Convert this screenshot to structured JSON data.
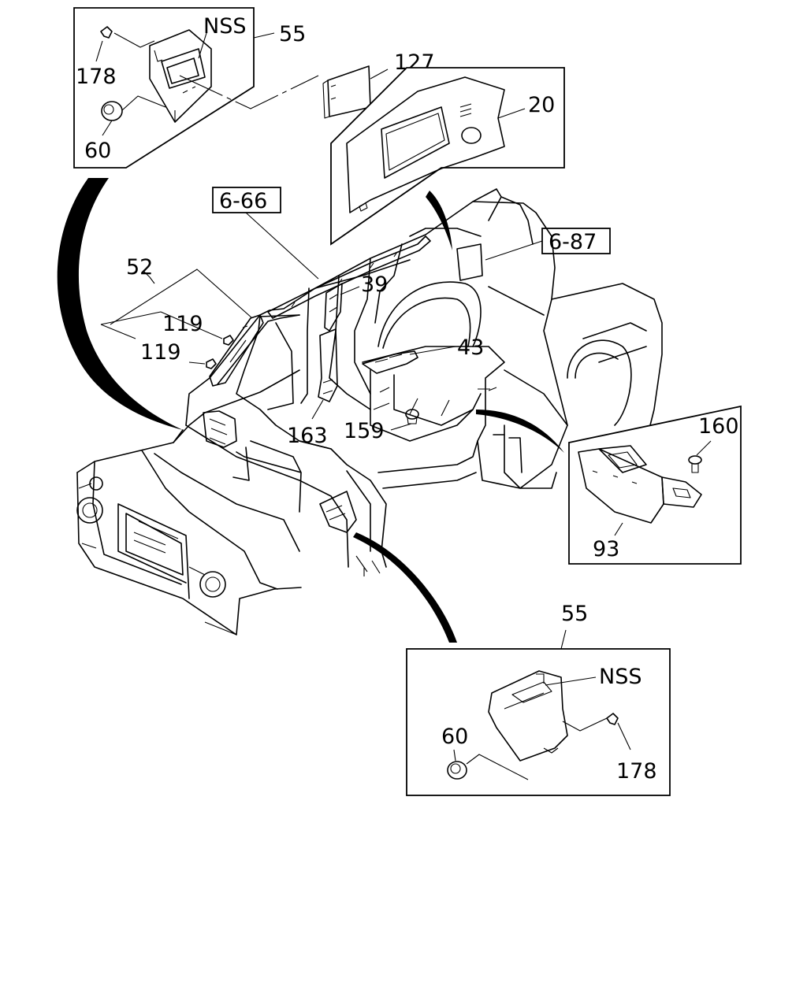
{
  "labels": {
    "nss_top": "NSS",
    "p55_top": "55",
    "p178_top": "178",
    "p60_top": "60",
    "p127": "127",
    "p20": "20",
    "ref_6_66": "6-66",
    "ref_6_87": "6-87",
    "p52": "52",
    "p39": "39",
    "p119_a": "119",
    "p119_b": "119",
    "p43": "43",
    "p163": "163",
    "p159": "159",
    "p160": "160",
    "p93": "93",
    "p55_bottom": "55",
    "nss_bottom": "NSS",
    "p60_bottom": "60",
    "p178_bottom": "178"
  }
}
